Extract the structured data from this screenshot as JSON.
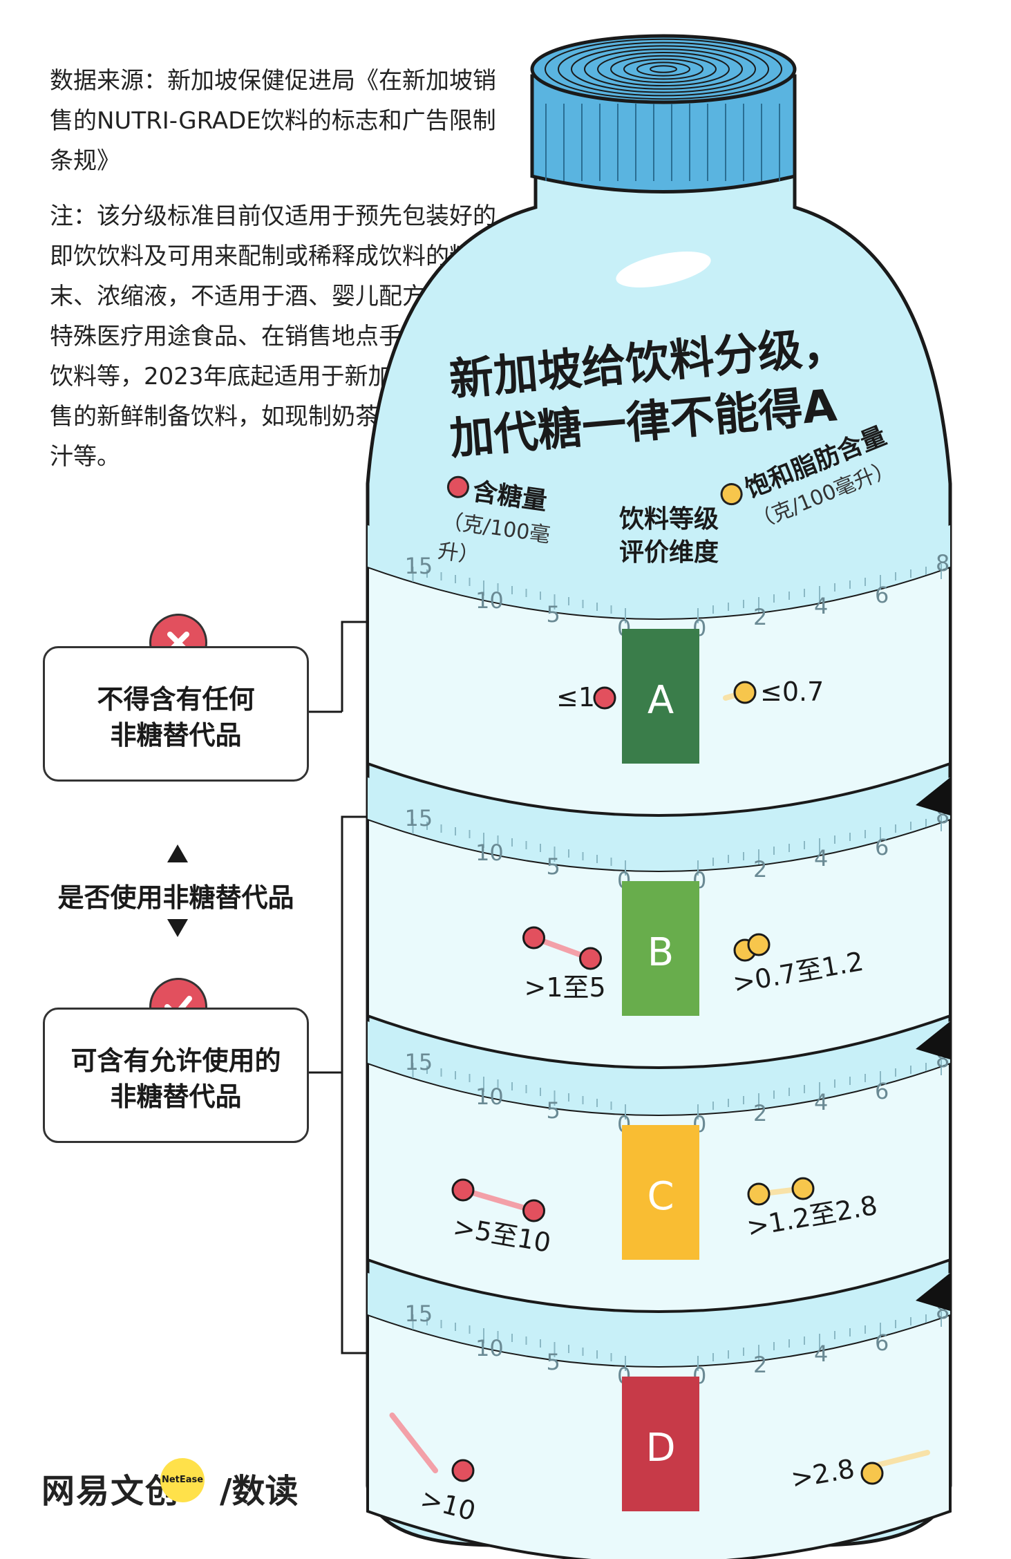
{
  "source": "数据来源：新加坡保健促进局《在新加坡销售的NUTRI-GRADE饮料的标志和广告限制条规》",
  "note": "注：该分级标准目前仅适用于预先包装好的即饮饮料及可用来配制或稀释成饮料的粉末、浓缩液，不适用于酒、婴儿配方奶粉、特殊医疗用途食品、在销售地点手工配制的饮料等，2023年底起适用于新加坡所有出售的新鲜制备饮料，如现制奶茶、咖啡、果汁等。",
  "title_line1": "新加坡给饮料分级，",
  "title_line2": "加代糖一律不能得A",
  "sugar_label": "含糖量",
  "sugar_unit": "（克/100毫升）",
  "grade_label_1": "饮料等级",
  "grade_label_2": "评价维度",
  "fat_label": "饱和脂肪含量",
  "fat_unit": "（克/100毫升）",
  "sweetener_no_1": "不得含有任何",
  "sweetener_no_2": "非糖替代品",
  "sweetener_q": "是否使用非糖替代品",
  "sweetener_yes_1": "可含有允许使用的",
  "sweetener_yes_2": "非糖替代品",
  "logo_left": "网易文创",
  "logo_badge": "NetEase",
  "logo_right": "/数读",
  "colors": {
    "cap": "#5ab4e0",
    "bottle": "#c8f0f8",
    "band": "#eafafc",
    "sugar": "#e2505e",
    "fat": "#f7c64c",
    "grade_A": "#3a7d4a",
    "grade_B": "#68ad4c",
    "grade_C": "#f9bd33",
    "grade_D": "#c73a48"
  },
  "sugar_ticks": [
    "15",
    "10",
    "5",
    "0"
  ],
  "fat_ticks": [
    "0",
    "2",
    "4",
    "6",
    "8"
  ],
  "grades": [
    {
      "grade": "A",
      "sugar": "≤1",
      "fat": "≤0.7",
      "sugar_range": [
        0,
        1
      ],
      "fat_range": [
        0,
        0.7
      ]
    },
    {
      "grade": "B",
      "sugar": ">1至5",
      "fat": ">0.7至1.2",
      "sugar_range": [
        1,
        5
      ],
      "fat_range": [
        0.7,
        1.2
      ]
    },
    {
      "grade": "C",
      "sugar": ">5至10",
      "fat": ">1.2至2.8",
      "sugar_range": [
        5,
        10
      ],
      "fat_range": [
        1.2,
        2.8
      ]
    },
    {
      "grade": "D",
      "sugar": ">10",
      "fat": ">2.8",
      "sugar_range": [
        10,
        16
      ],
      "fat_range": [
        2.8,
        8
      ]
    }
  ]
}
